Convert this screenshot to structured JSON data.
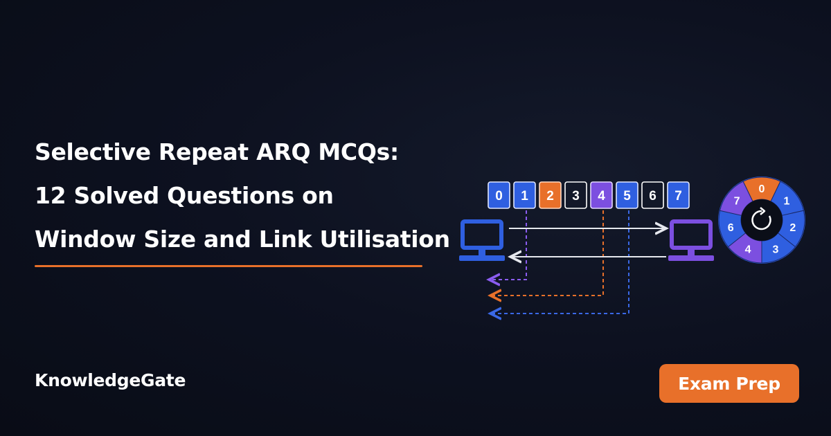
{
  "title": {
    "line1": "Selective Repeat ARQ MCQs:",
    "line2": "12 Solved Questions on",
    "line3": "Window Size and Link Utilisation"
  },
  "brand": "KnowledgeGate",
  "badge": "Exam Prep",
  "colors": {
    "accent": "#e8702a",
    "blue": "#2f5fe0",
    "purple": "#7c4fe0",
    "background": "#0d1120"
  },
  "frames": [
    {
      "label": "0",
      "style": "blue"
    },
    {
      "label": "1",
      "style": "blue"
    },
    {
      "label": "2",
      "style": "orange"
    },
    {
      "label": "3",
      "style": "outline"
    },
    {
      "label": "4",
      "style": "purple"
    },
    {
      "label": "5",
      "style": "blue"
    },
    {
      "label": "6",
      "style": "outline"
    },
    {
      "label": "7",
      "style": "blue"
    }
  ],
  "wheel": [
    {
      "label": "0",
      "color": "#e8702a"
    },
    {
      "label": "1",
      "color": "#2f5fe0"
    },
    {
      "label": "2",
      "color": "#2f5fe0"
    },
    {
      "label": "3",
      "color": "#2f5fe0"
    },
    {
      "label": "4",
      "color": "#7c4fe0"
    },
    {
      "label": "6",
      "color": "#2f5fe0"
    },
    {
      "label": "7",
      "color": "#7c4fe0"
    }
  ],
  "icons": {
    "sender": "computer-icon",
    "receiver": "computer-icon",
    "wheel_center": "refresh-icon"
  }
}
